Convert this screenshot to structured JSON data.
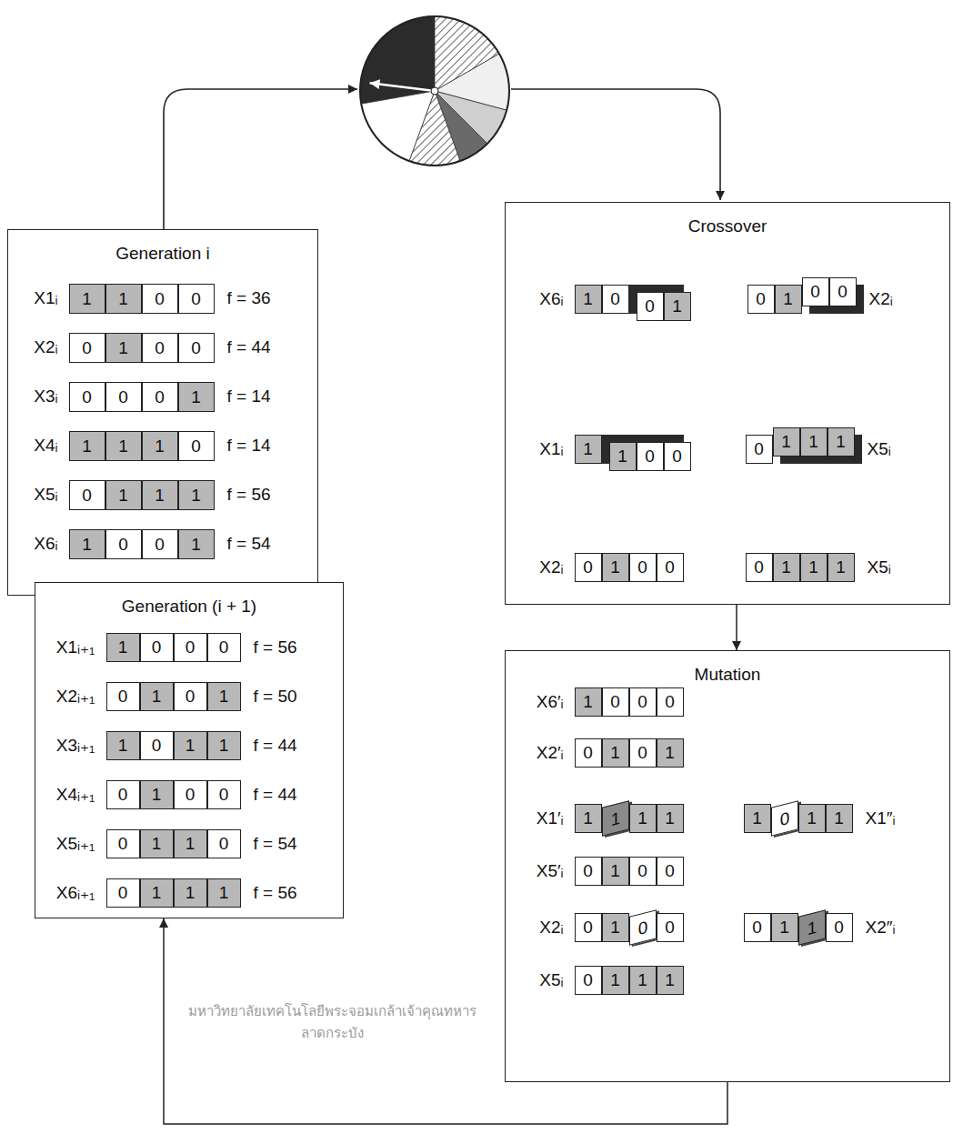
{
  "diagram": {
    "nodes": [
      {
        "text": [
          "Generation i"
        ]
      },
      {
        "text": [
          "X1ᵢ",
          "1",
          "1",
          "0",
          "0",
          "f = 36"
        ],
        "in": 0
      },
      {
        "text": [
          "X2ᵢ",
          "0",
          "1",
          "0",
          "0",
          "f = 44"
        ],
        "in": 0
      },
      {
        "text": [
          "X3ᵢ",
          "0",
          "0",
          "0",
          "1",
          "f = 14"
        ],
        "in": 0
      },
      {
        "text": [
          "X4ᵢ",
          "1",
          "1",
          "1",
          "0",
          "f = 14"
        ],
        "in": 0
      },
      {
        "text": [
          "X5ᵢ",
          "0",
          "1",
          "1",
          "1",
          "f = 56"
        ],
        "in": 0
      },
      {
        "text": [
          "X6ᵢ",
          "1",
          "0",
          "0",
          "1",
          "f = 54"
        ],
        "in": 0
      },
      {
        "text": [
          "Generation (i + 1)"
        ]
      },
      {
        "text": [
          "X1ᵢ₊₁",
          "1",
          "0",
          "0",
          "0",
          "f = 56"
        ],
        "in": 7
      },
      {
        "text": [
          "X2ᵢ₊₁",
          "0",
          "1",
          "0",
          "1",
          "f = 50"
        ],
        "in": 7
      },
      {
        "text": [
          "X3ᵢ₊₁",
          "1",
          "0",
          "1",
          "1",
          "f = 44"
        ],
        "in": 7
      },
      {
        "text": [
          "X4ᵢ₊₁",
          "0",
          "1",
          "0",
          "0",
          "f = 44"
        ],
        "in": 7
      },
      {
        "text": [
          "X5ᵢ₊₁",
          "0",
          "1",
          "1",
          "0",
          "f = 54"
        ],
        "in": 7
      },
      {
        "text": [
          "X6ᵢ₊₁",
          "0",
          "1",
          "1",
          "1",
          "f = 56"
        ],
        "in": 7
      },
      {
        "text": [
          "Crossover"
        ]
      },
      {
        "text": [
          "X6ᵢ",
          "1",
          "0",
          "0",
          "1"
        ],
        "in": 14
      },
      {
        "text": [
          "0",
          "1",
          "0",
          "0",
          "X2ᵢ"
        ],
        "in": 14
      },
      {
        "text": [
          "X1ᵢ",
          "1",
          "1",
          "0",
          "0"
        ],
        "in": 14
      },
      {
        "text": [
          "0",
          "1",
          "1",
          "1",
          "X5ᵢ"
        ],
        "in": 14
      },
      {
        "text": [
          "X2ᵢ",
          "0",
          "1",
          "0",
          "0"
        ],
        "in": 14
      },
      {
        "text": [
          "0",
          "1",
          "1",
          "1",
          "X5ᵢ"
        ],
        "in": 14
      },
      {
        "text": [
          "Mutation"
        ]
      },
      {
        "text": [
          "X6′ᵢ",
          "1",
          "0",
          "0",
          "0"
        ],
        "in": 21
      },
      {
        "text": [
          "X2′ᵢ",
          "0",
          "1",
          "0",
          "1"
        ],
        "in": 21
      },
      {
        "text": [
          "X1′ᵢ",
          "1",
          "1",
          "1",
          "1"
        ],
        "in": 21
      },
      {
        "text": [
          "1",
          "0",
          "1",
          "1",
          "X1″ᵢ"
        ],
        "in": 21
      },
      {
        "text": [
          "X5′ᵢ",
          "0",
          "1",
          "0",
          "0"
        ],
        "in": 21
      },
      {
        "text": [
          "X2ᵢ",
          "0",
          "1",
          "0",
          "0"
        ],
        "in": 21
      },
      {
        "text": [
          "0",
          "1",
          "1",
          "0",
          "X2″ᵢ"
        ],
        "in": 21
      },
      {
        "text": [
          "X5ᵢ",
          "0",
          "1",
          "1",
          "1"
        ],
        "in": 21
      }
    ],
    "edges": [
      {
        "from": 15,
        "to": 16,
        "arrow": "to"
      },
      {
        "from": 16,
        "to": 15,
        "arrow": "to"
      },
      {
        "from": 17,
        "to": 18,
        "arrow": "to"
      },
      {
        "from": 18,
        "to": 17,
        "arrow": "to"
      },
      {
        "from": 14,
        "to": 21,
        "arrow": "to"
      },
      {
        "from": 24,
        "to": 25,
        "arrow": "to"
      },
      {
        "from": 27,
        "to": 28,
        "arrow": "to"
      },
      {
        "from": 21,
        "to": 7,
        "arrow": "to"
      }
    ],
    "labels": [
      "มหาวิทยาลัยเทคโนโลยีพระจอมเกล้าเจ้าคุณทหารลาดกระบัง"
    ]
  }
}
